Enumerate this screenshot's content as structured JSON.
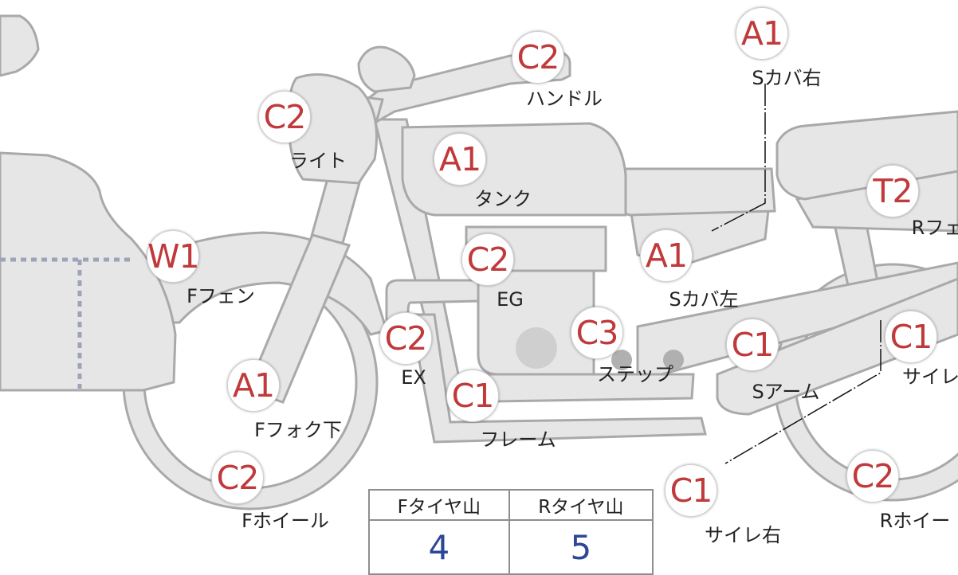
{
  "colors": {
    "marker_text": "#c0393b",
    "tire_value_text": "#2d4796",
    "part_fill": "#e6e6e6",
    "part_outline": "#a9a9a9"
  },
  "markers": [
    {
      "id": "handle",
      "code": "C2",
      "label": "ハンドル"
    },
    {
      "id": "side-cover-right",
      "code": "A1",
      "label": "Sカバ右"
    },
    {
      "id": "light",
      "code": "C2",
      "label": "ライト"
    },
    {
      "id": "tank",
      "code": "A1",
      "label": "タンク"
    },
    {
      "id": "rear-fender",
      "code": "T2",
      "label": "Rフェ"
    },
    {
      "id": "front-fender",
      "code": "W1",
      "label": "Fフェン"
    },
    {
      "id": "engine",
      "code": "C2",
      "label": "EG"
    },
    {
      "id": "side-cover-left",
      "code": "A1",
      "label": "Sカバ左"
    },
    {
      "id": "step",
      "code": "C3",
      "label": "ステップ"
    },
    {
      "id": "exhaust",
      "code": "C2",
      "label": "EX"
    },
    {
      "id": "swing-arm",
      "code": "C1",
      "label": "Sアーム"
    },
    {
      "id": "muffler-left",
      "code": "C1",
      "label": "サイレ"
    },
    {
      "id": "front-fork-lower",
      "code": "A1",
      "label": "Fフォク下"
    },
    {
      "id": "frame",
      "code": "C1",
      "label": "フレーム"
    },
    {
      "id": "front-wheel",
      "code": "C2",
      "label": "Fホイール"
    },
    {
      "id": "muffler-right",
      "code": "C1",
      "label": "サイレ右"
    },
    {
      "id": "rear-wheel",
      "code": "C2",
      "label": "Rホイー"
    }
  ],
  "tire_table": {
    "front_header": "Fタイヤ山",
    "rear_header": "Rタイヤ山",
    "front_value": "4",
    "rear_value": "5"
  }
}
